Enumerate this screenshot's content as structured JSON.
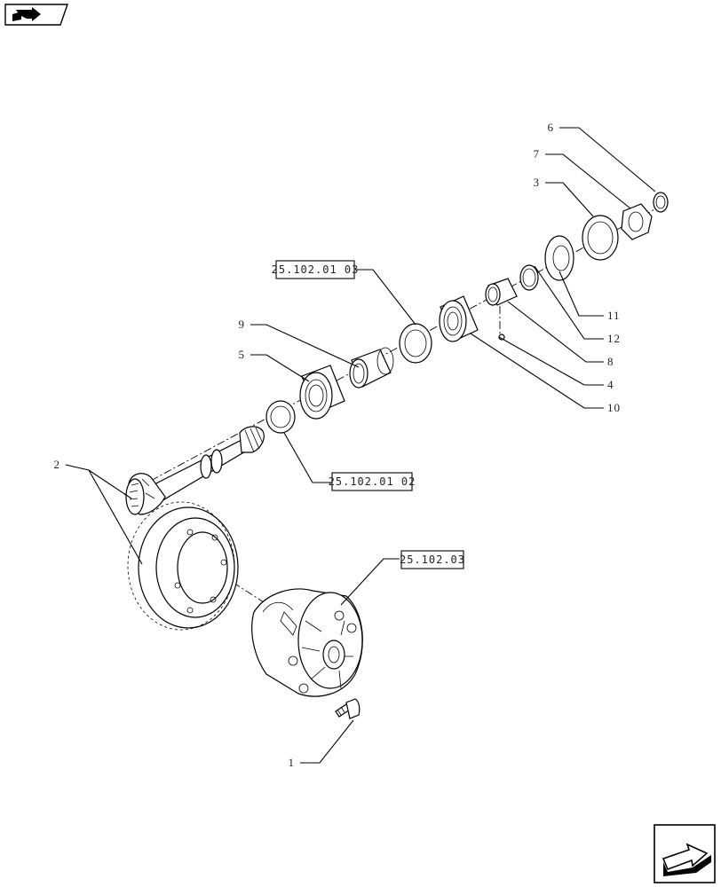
{
  "callouts": {
    "c1": "1",
    "c2": "2",
    "c3": "3",
    "c4": "4",
    "c5": "5",
    "c6": "6",
    "c7": "7",
    "c8": "8",
    "c9": "9",
    "c10": "10",
    "c11": "11",
    "c12": "12"
  },
  "references": {
    "ref_upper": "25.102.01 03",
    "ref_lower": "25.102.01 02",
    "ref_diff": "25.102.03"
  },
  "icons": {
    "top_left": "book-arrow-icon",
    "bottom_right": "next-page-arrow-icon"
  }
}
